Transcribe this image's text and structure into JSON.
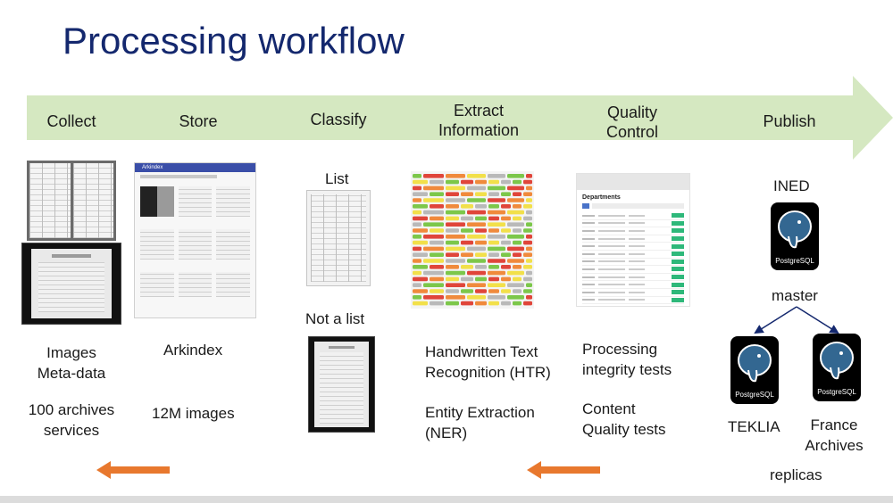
{
  "title": "Processing workflow",
  "colors": {
    "title": "#14286e",
    "banner": "#d5e8c1",
    "back_arrow": "#e8782e"
  },
  "stages": {
    "collect": "Collect",
    "store": "Store",
    "classify": "Classify",
    "extract": [
      "Extract",
      "Information"
    ],
    "quality": [
      "Quality",
      "Control"
    ],
    "publish": "Publish"
  },
  "collect": {
    "lines1": [
      "Images",
      "Meta-data"
    ],
    "lines2": [
      "100 archives",
      "services"
    ]
  },
  "store": {
    "name": "Arkindex",
    "count": "12M images",
    "app_title": "Arkindex"
  },
  "classify": {
    "list_label": "List",
    "not_list_label": "Not a list"
  },
  "extract": {
    "htr": [
      "Handwritten Text",
      "Recognition (HTR)"
    ],
    "ner": [
      "Entity Extraction",
      "(NER)"
    ]
  },
  "quality": {
    "tests1": [
      "Processing",
      "integrity tests"
    ],
    "tests2": [
      "Content",
      "Quality tests"
    ],
    "screen_title": "Departments"
  },
  "publish": {
    "ined": "INED",
    "master": "master",
    "teklia": "TEKLIA",
    "france": [
      "France",
      "Archives"
    ],
    "replicas": "replicas",
    "db_caption": "PostgreSQL"
  }
}
